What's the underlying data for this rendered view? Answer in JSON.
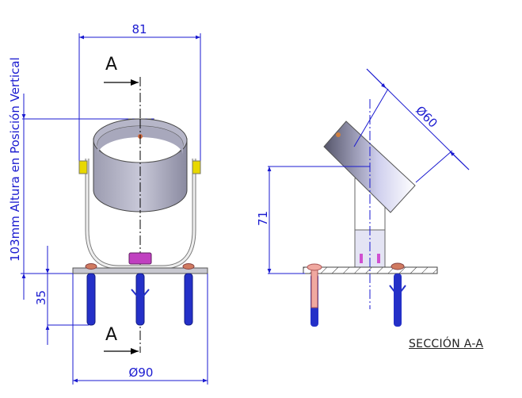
{
  "drawing": {
    "front_view": {
      "width_dim": "81",
      "height_note": "103mm Altura en Posición Vertical",
      "anchor_depth_dim": "35",
      "base_diameter_dim": "Ø90",
      "section_marker_top": "A",
      "section_marker_bottom": "A"
    },
    "section_view": {
      "height_dim": "71",
      "tube_diameter_dim": "Ø60",
      "title": "SECCIÓN A-A"
    },
    "colors": {
      "dimension": "#1a1ad0",
      "anchor": "#2430c8",
      "nut": "#e8d800",
      "screw": "#d07a60",
      "center_nut": "#c040c0"
    }
  }
}
